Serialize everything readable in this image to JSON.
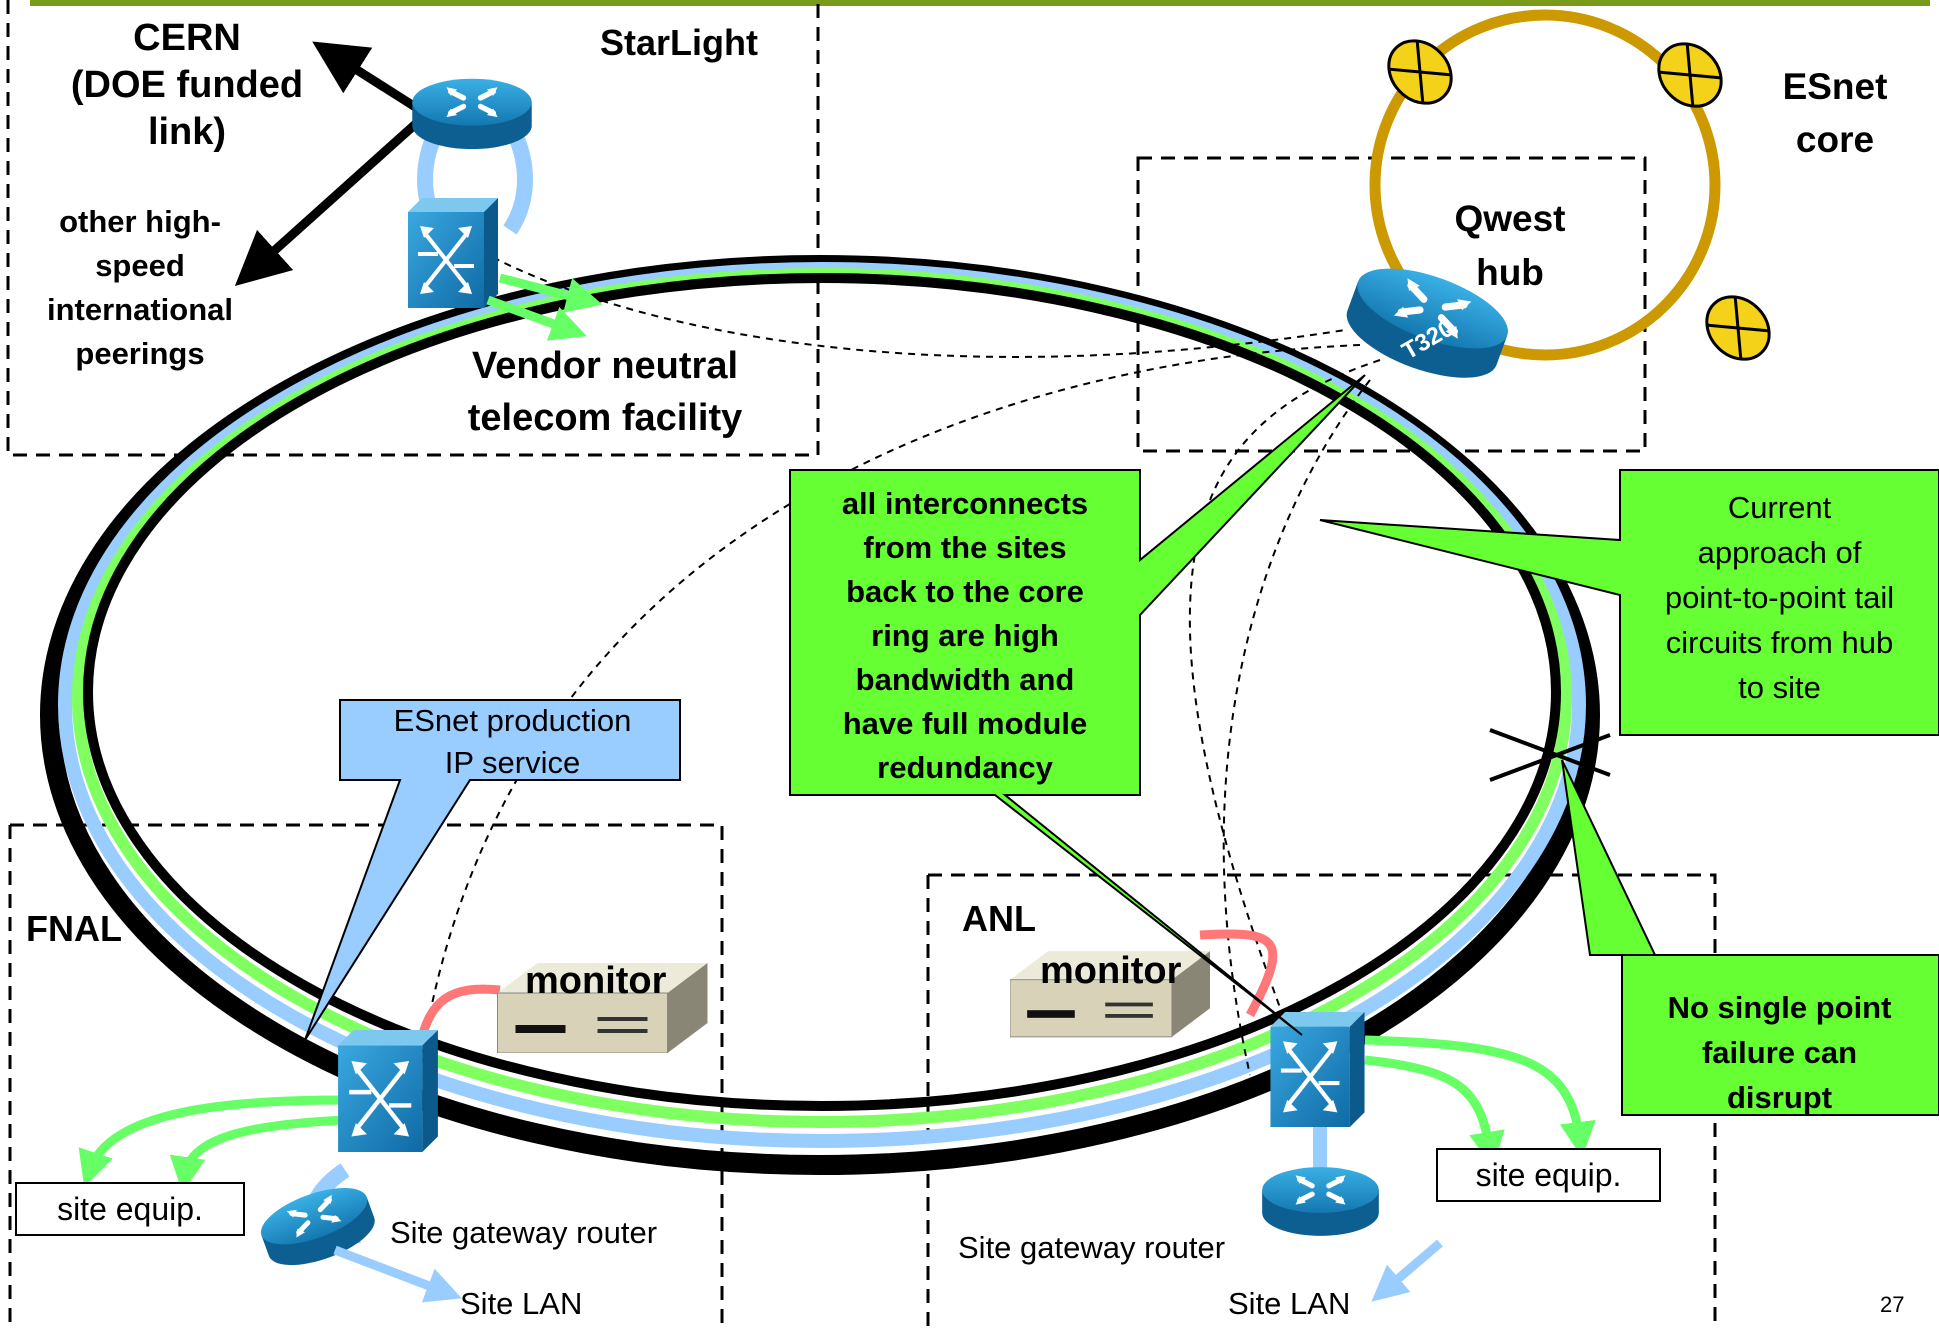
{
  "regions": {
    "starlight": "StarLight",
    "fnal": "FNAL",
    "anl": "ANL",
    "qwest_hub": "Qwest\nhub",
    "esnet_core": "ESnet\ncore"
  },
  "labels": {
    "cern": "CERN\n(DOE funded\nlink)",
    "international": "other high-\nspeed\ninternational\npeerings",
    "vendor_neutral": "Vendor neutral\ntelecom facility",
    "router_t320": "T320",
    "monitor_fnal": "monitor",
    "monitor_anl": "monitor",
    "site_equip_fnal": "site equip.",
    "site_equip_anl": "site equip.",
    "gateway_fnal": "Site gateway router",
    "gateway_anl": "Site gateway router",
    "site_lan_fnal": "Site LAN",
    "site_lan_anl": "Site LAN"
  },
  "callouts": {
    "esnet_ip": "ESnet production\nIP service",
    "interconnects": "all interconnects\nfrom the sites\nback to the core\nring are high\nbandwidth and\nhave full module\nredundancy",
    "current_approach": "Current\napproach of\npoint-to-point tail\ncircuits from hub\nto site",
    "no_single_point": "No single point\nfailure can\ndisrupt"
  },
  "page_number": "27",
  "colors": {
    "top_rule": "#7a9a1a",
    "green_ring": "#80ff60",
    "blue_ring": "#99ccff",
    "core_ring": "#cc9900",
    "callout_green": "#66ff33",
    "callout_blue": "#99ccff",
    "cisco_blue": "#1f8fc8",
    "monitor_tan": "#d8d2b8",
    "link_pink": "#ff7777",
    "arrow_green": "#66ff66"
  }
}
